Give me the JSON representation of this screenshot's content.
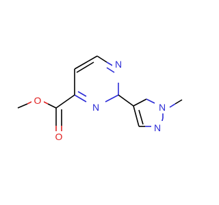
{
  "molecule": {
    "atoms": {
      "o_ester": "O",
      "o_carbonyl": "O",
      "n_pyrimidine_top": "N",
      "n_pyrimidine_bottom": "N",
      "n_pyrazole_methyl": "N",
      "n_pyrazole_bottom": "N"
    },
    "colors": {
      "bond": "#000000",
      "nitrogen": "#2b2bd6",
      "oxygen": "#e02020"
    }
  }
}
